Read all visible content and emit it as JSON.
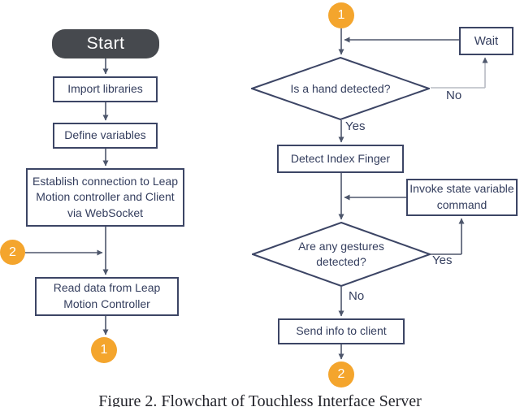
{
  "caption": "Figure 2. Flowchart of Touchless Interface Server",
  "colors": {
    "node_border": "#3C4565",
    "node_text": "#343E5E",
    "connector": "#4E576C",
    "loop_line": "#B7BBC3",
    "accent_orange": "#F4A52D",
    "start_fill": "#46494E",
    "caption_color": "#23242B"
  },
  "server_column": {
    "start": "Start",
    "import_libraries": "Import libraries",
    "define_variables": "Define variables",
    "establish_connection": "Establish connection to Leap Motion controller and Client via WebSocket",
    "read_data": "Read data from Leap Motion Controller",
    "offpage_badge_2": "2",
    "offpage_badge_1": "1"
  },
  "loop_column": {
    "offpage_badge_1": "1",
    "wait": "Wait",
    "hand_question": "Is a hand detected?",
    "hand_no": "No",
    "hand_yes": "Yes",
    "detect_index_finger": "Detect Index Finger",
    "invoke_state": "Invoke state variable command",
    "gesture_question": "Are any gestures detected?",
    "gesture_yes": "Yes",
    "gesture_no": "No",
    "send_info": "Send info to client",
    "offpage_badge_2": "2"
  }
}
